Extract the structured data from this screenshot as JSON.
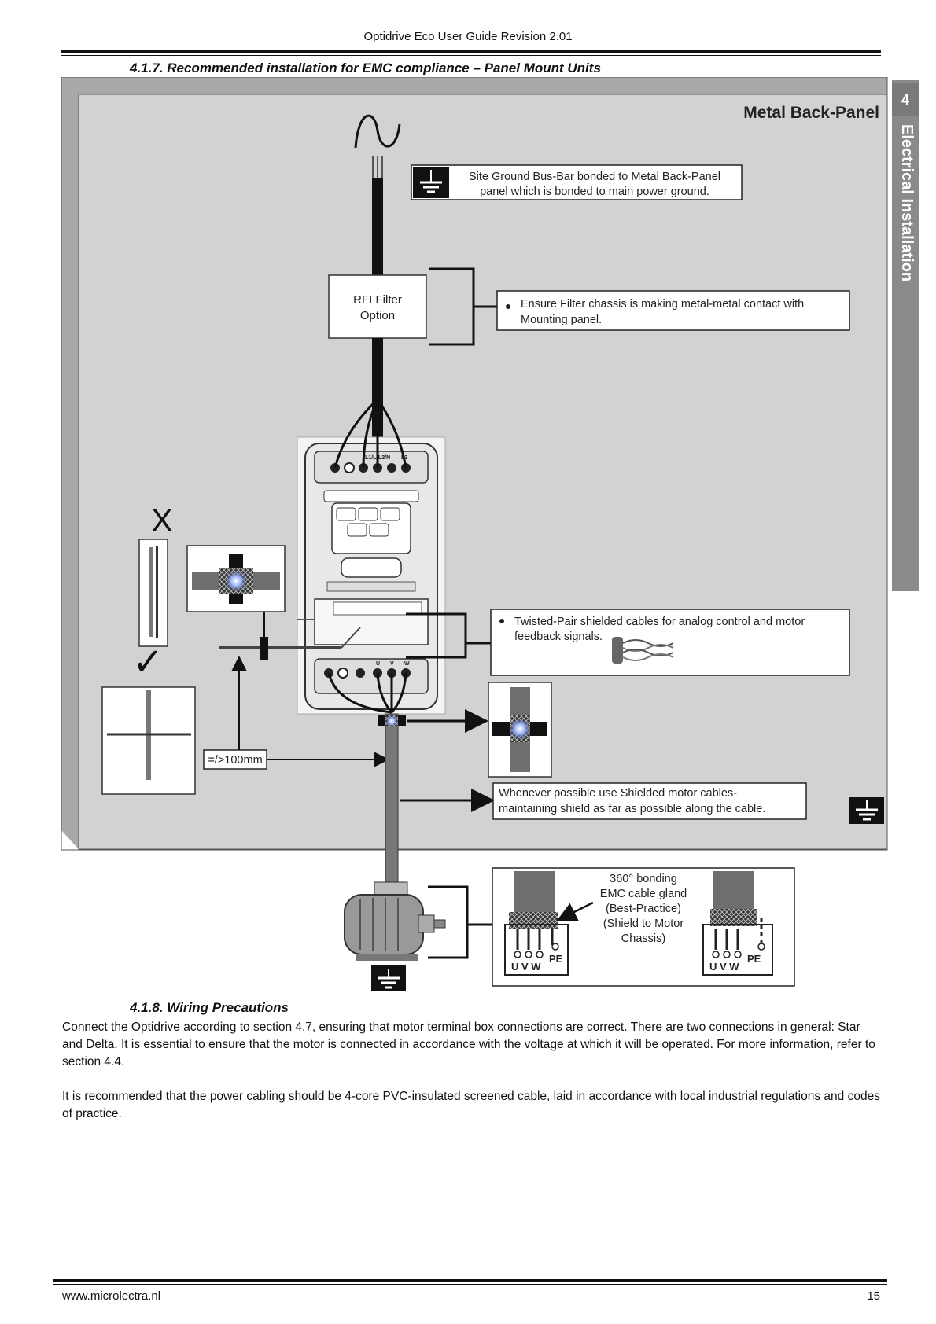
{
  "header": {
    "title": "Optidrive Eco User Guide Revision 2.01"
  },
  "section": {
    "title": "4.1.7. Recommended installation for EMC compliance – Panel Mount Units"
  },
  "sidetab": {
    "number": "4",
    "label": "Electrical Installation"
  },
  "diagram": {
    "panel_label": "Metal Back-Panel",
    "bus_bar_note": [
      "Site Ground Bus-Bar bonded to Metal Back-Panel",
      "panel which is bonded to main power ground."
    ],
    "rfi_filter_label": [
      "RFI Filter",
      "Option"
    ],
    "filter_note": [
      "Ensure Filter chassis is making metal-metal contact with",
      "Mounting panel."
    ],
    "twisted_pair_note": [
      "Twisted-Pair shielded cables for analog control and motor",
      "feedback signals."
    ],
    "distance_label": "=/>100mm",
    "shielded_note": [
      "Whenever possible use Shielded motor cables-",
      "maintaining shield as far as possible along the cable."
    ],
    "gland_note": [
      "360° bonding",
      "EMC cable gland",
      "(Best-Practice)",
      "(Shield to Motor",
      "Chassis)"
    ],
    "terminal_uvw": "U V W",
    "terminal_pe": "PE",
    "wrong_mark": "X",
    "correct_mark": "✓",
    "drive_terminals_top": [
      "L1/L",
      "L2/N",
      "L3"
    ],
    "drive_terminals_bottom": [
      "U",
      "V",
      "W"
    ]
  },
  "subsection": {
    "title": "4.1.8. Wiring Precautions"
  },
  "paragraphs": [
    "Connect the Optidrive according to section 4.7, ensuring that motor terminal box connections are correct. There are two connections in general: Star and Delta. It is essential to ensure that the motor is connected in accordance with the voltage at which it will be operated. For more information, refer to section 4.4.",
    "It is recommended that the power cabling should be 4-core PVC-insulated screened cable, laid in accordance with local industrial regulations and codes of practice."
  ],
  "footer": {
    "website": "www.microlectra.nl",
    "page_number": "15"
  }
}
